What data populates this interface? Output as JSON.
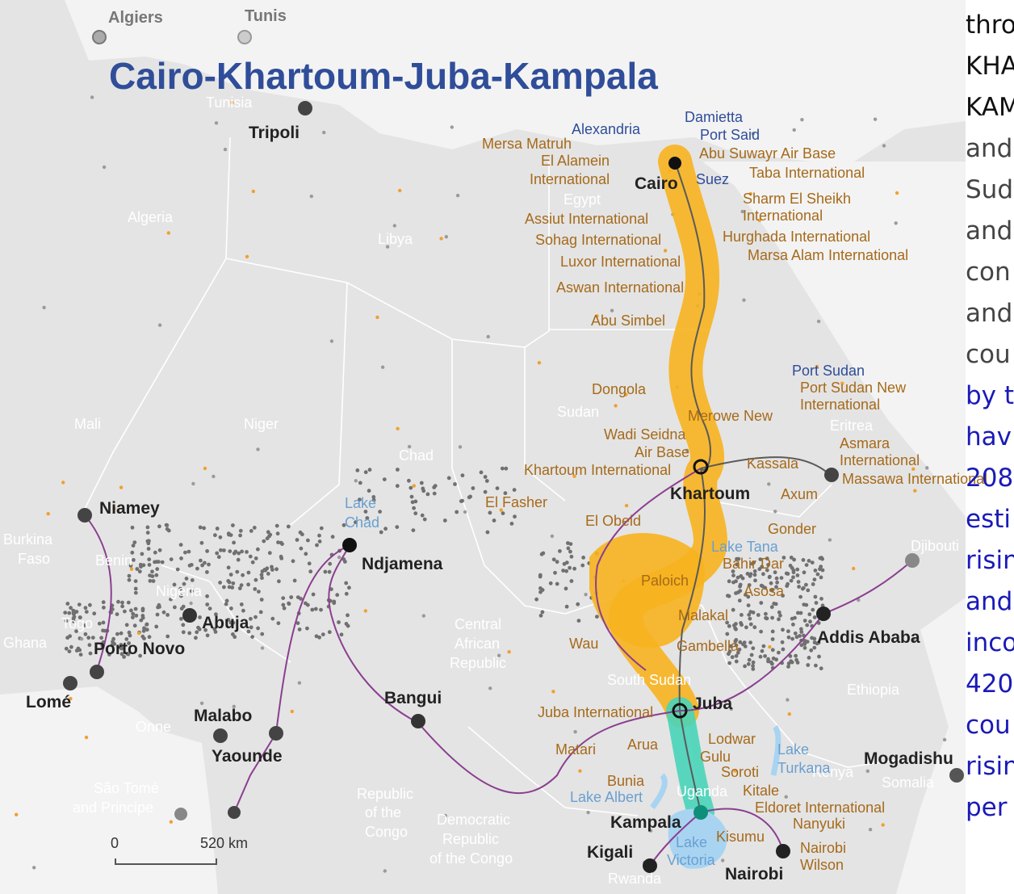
{
  "title": "Cairo-Khartoum-Juba-Kampala",
  "scale": {
    "zero": "0",
    "distance": "520 km"
  },
  "colors": {
    "title": "#2f4d99",
    "airport": "#a66a1a",
    "corridor": "#f7b21e",
    "corridor_south": "#48d4b8",
    "country": "#ffffff",
    "water": "#6a9fd0",
    "side_black": "#111111",
    "side_blue": "#1a1ab8",
    "rail": "#5a5a5a",
    "road": "#8a3f8f"
  },
  "hubs": {
    "cairo": "Cairo",
    "khartoum": "Khartoum",
    "juba": "Juba",
    "kampala": "Kampala",
    "nairobi": "Nairobi",
    "kigali": "Kigali",
    "addis": "Addis Ababa",
    "mogadishu": "Mogadishu",
    "tripoli": "Tripoli",
    "niamey": "Niamey",
    "ndjamena": "Ndjamena",
    "abuja": "Abuja",
    "porto_novo": "Porto Novo",
    "lome": "Lomé",
    "malabo": "Malabo",
    "yaounde": "Yaounde",
    "bangui": "Bangui"
  },
  "corner_cities": {
    "algiers": "Algiers",
    "tunis": "Tunis"
  },
  "airports": {
    "alexandria": "Alexandria",
    "damietta": "Damietta",
    "port_said": "Port Said",
    "mersa_matruh": "Mersa Matruh",
    "el_alamein_1": "El Alamein",
    "el_alamein_2": "International",
    "suez": "Suez",
    "abu_suwayr": "Abu Suwayr Air Base",
    "taba": "Taba International",
    "sharm_1": "Sharm El Sheikh",
    "sharm_2": "International",
    "assiut": "Assiut International",
    "sohag": "Sohag International",
    "hurghada": "Hurghada International",
    "marsa_alam": "Marsa Alam International",
    "luxor": "Luxor International",
    "aswan": "Aswan International",
    "abu_simbel": "Abu Simbel",
    "port_sudan": "Port Sudan",
    "port_sudan_new_1": "Port Sudan New",
    "port_sudan_new_2": "International",
    "dongola": "Dongola",
    "merowe": "Merowe New",
    "wadi_1": "Wadi Seidna",
    "wadi_2": "Air Base",
    "asmara_1": "Asmara",
    "asmara_2": "International",
    "kassala": "Kassala",
    "khartoum_intl": "Khartoum International",
    "massawa": "Massawa International",
    "el_fasher": "El Fasher",
    "el_obeid": "El Obeid",
    "axum": "Axum",
    "gonder": "Gonder",
    "bahir_dar": "Bahir Dar",
    "paloich": "Paloich",
    "asosa": "Asosa",
    "malakal": "Malakal",
    "wau": "Wau",
    "gambella": "Gambella",
    "juba_intl": "Juba International",
    "arua": "Arua",
    "matari": "Matari",
    "lodwar": "Lodwar",
    "gulu": "Gulu",
    "soroti": "Soroti",
    "bunia": "Bunia",
    "kitale": "Kitale",
    "eldoret": "Eldoret International",
    "nanyuki": "Nanyuki",
    "kisumu": "Kisumu",
    "nairobi_wilson_1": "Nairobi",
    "nairobi_wilson_2": "Wilson"
  },
  "countries": {
    "egypt": "Egypt",
    "algeria": "Algeria",
    "libya": "Libya",
    "tunisia": "Tunisia",
    "sudan": "Sudan",
    "eritrea": "Eritrea",
    "mali": "Mali",
    "niger": "Niger",
    "chad": "Chad",
    "burkina_1": "Burkina",
    "burkina_2": "Faso",
    "benin": "Benin",
    "nigeria": "Nigeria",
    "togo": "Togo",
    "ghana": "Ghana",
    "car_1": "Central",
    "car_2": "African",
    "car_3": "Republic",
    "south_sudan": "South Sudan",
    "ethiopia": "Ethiopia",
    "djibouti": "Djibouti",
    "kenya": "Kenya",
    "somalia": "Somalia",
    "uganda": "Uganda",
    "congo_1": "Republic",
    "congo_2": "of the",
    "congo_3": "Congo",
    "drc_1": "Democratic",
    "drc_2": "Republic",
    "drc_3": "of the Congo",
    "rwanda": "Rwanda",
    "stp_1": "São Tomé",
    "stp_2": "and Principe",
    "eq_guinea": "Onne"
  },
  "water": {
    "lake_chad_1": "Lake",
    "lake_chad_2": "Chad",
    "lake_tana": "Lake Tana",
    "lake_turkana_1": "Lake",
    "lake_turkana_2": "Turkana",
    "lake_albert": "Lake Albert",
    "lake_victoria_1": "Lake",
    "lake_victoria_2": "Victoria"
  },
  "side_text": [
    {
      "text": "thro",
      "color": "black"
    },
    {
      "text": "KHA",
      "color": "black"
    },
    {
      "text": "KAM",
      "color": "black"
    },
    {
      "text": "and",
      "color": "gray"
    },
    {
      "text": "Sud",
      "color": "gray"
    },
    {
      "text": "and",
      "color": "gray"
    },
    {
      "text": "con",
      "color": "gray"
    },
    {
      "text": "and",
      "color": "gray"
    },
    {
      "text": "cou",
      "color": "gray"
    },
    {
      "text": "by t",
      "color": "blue"
    },
    {
      "text": "hav",
      "color": "blue"
    },
    {
      "text": "208",
      "color": "blue"
    },
    {
      "text": "esti",
      "color": "blue"
    },
    {
      "text": "risin",
      "color": "blue"
    },
    {
      "text": "and",
      "color": "blue"
    },
    {
      "text": "inco",
      "color": "blue"
    },
    {
      "text": "420",
      "color": "blue"
    },
    {
      "text": "cou",
      "color": "blue"
    },
    {
      "text": "risin",
      "color": "blue"
    },
    {
      "text": "per",
      "color": "blue"
    }
  ]
}
